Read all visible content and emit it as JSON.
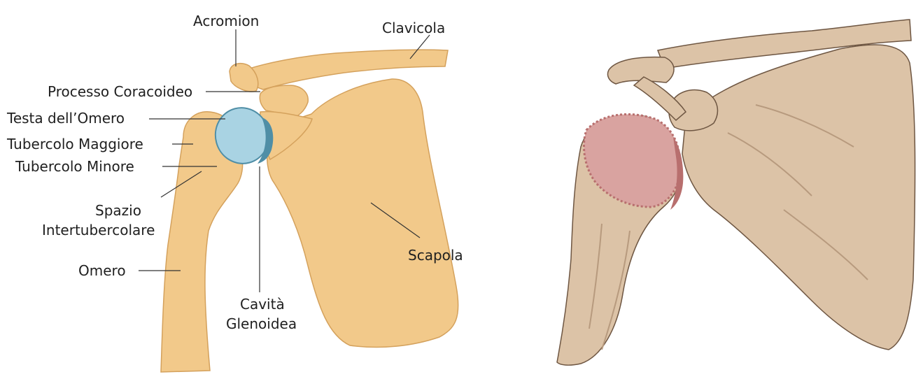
{
  "left_diagram": {
    "labels": {
      "acromion": "Acromion",
      "clavicola": "Clavicola",
      "processo_coracoideo": "Processo Coracoideo",
      "testa_omero": "Testa dell’Omero",
      "tubercolo_maggiore": "Tubercolo Maggiore",
      "tubercolo_minore": "Tubercolo Minore",
      "spazio_line1": "Spazio",
      "spazio_line2": "Intertubercolare",
      "omero": "Omero",
      "cavita_line1": "Cavità",
      "cavita_line2": "Glenoidea",
      "scapola": "Scapola"
    },
    "colors": {
      "bone_fill": "#f2c98a",
      "bone_stroke": "#d4a15c",
      "humeral_head_fill": "#a9d3e3",
      "humeral_head_stroke": "#4f8ea6",
      "leader_line": "#333333"
    }
  },
  "right_illustration": {
    "colors": {
      "bone_fill": "#dcc3a7",
      "bone_shade": "#b79a7e",
      "inflamed": "#d9a3a0",
      "inflamed_dark": "#b86f6e",
      "stroke": "#6e5642"
    }
  }
}
